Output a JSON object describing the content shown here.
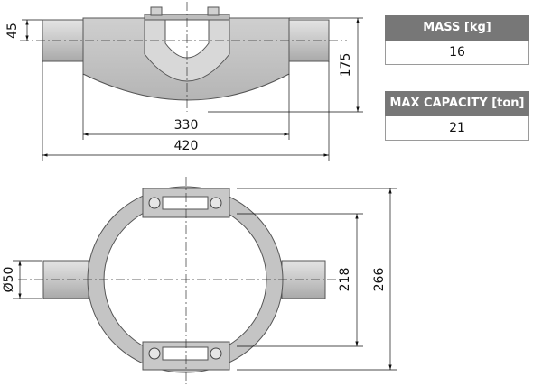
{
  "dimensions": {
    "height_top": "45",
    "height_total": "175",
    "inner_width": "330",
    "outer_width": "420",
    "pin_diameter": "Ø50",
    "inner_span": "218",
    "outer_span": "266"
  },
  "specs": [
    {
      "label": "MASS [kg]",
      "value": "16"
    },
    {
      "label": "MAX CAPACITY [ton]",
      "value": "21"
    }
  ],
  "colors": {
    "part_fill": "#c4c4c4",
    "table_header": "#777777"
  }
}
